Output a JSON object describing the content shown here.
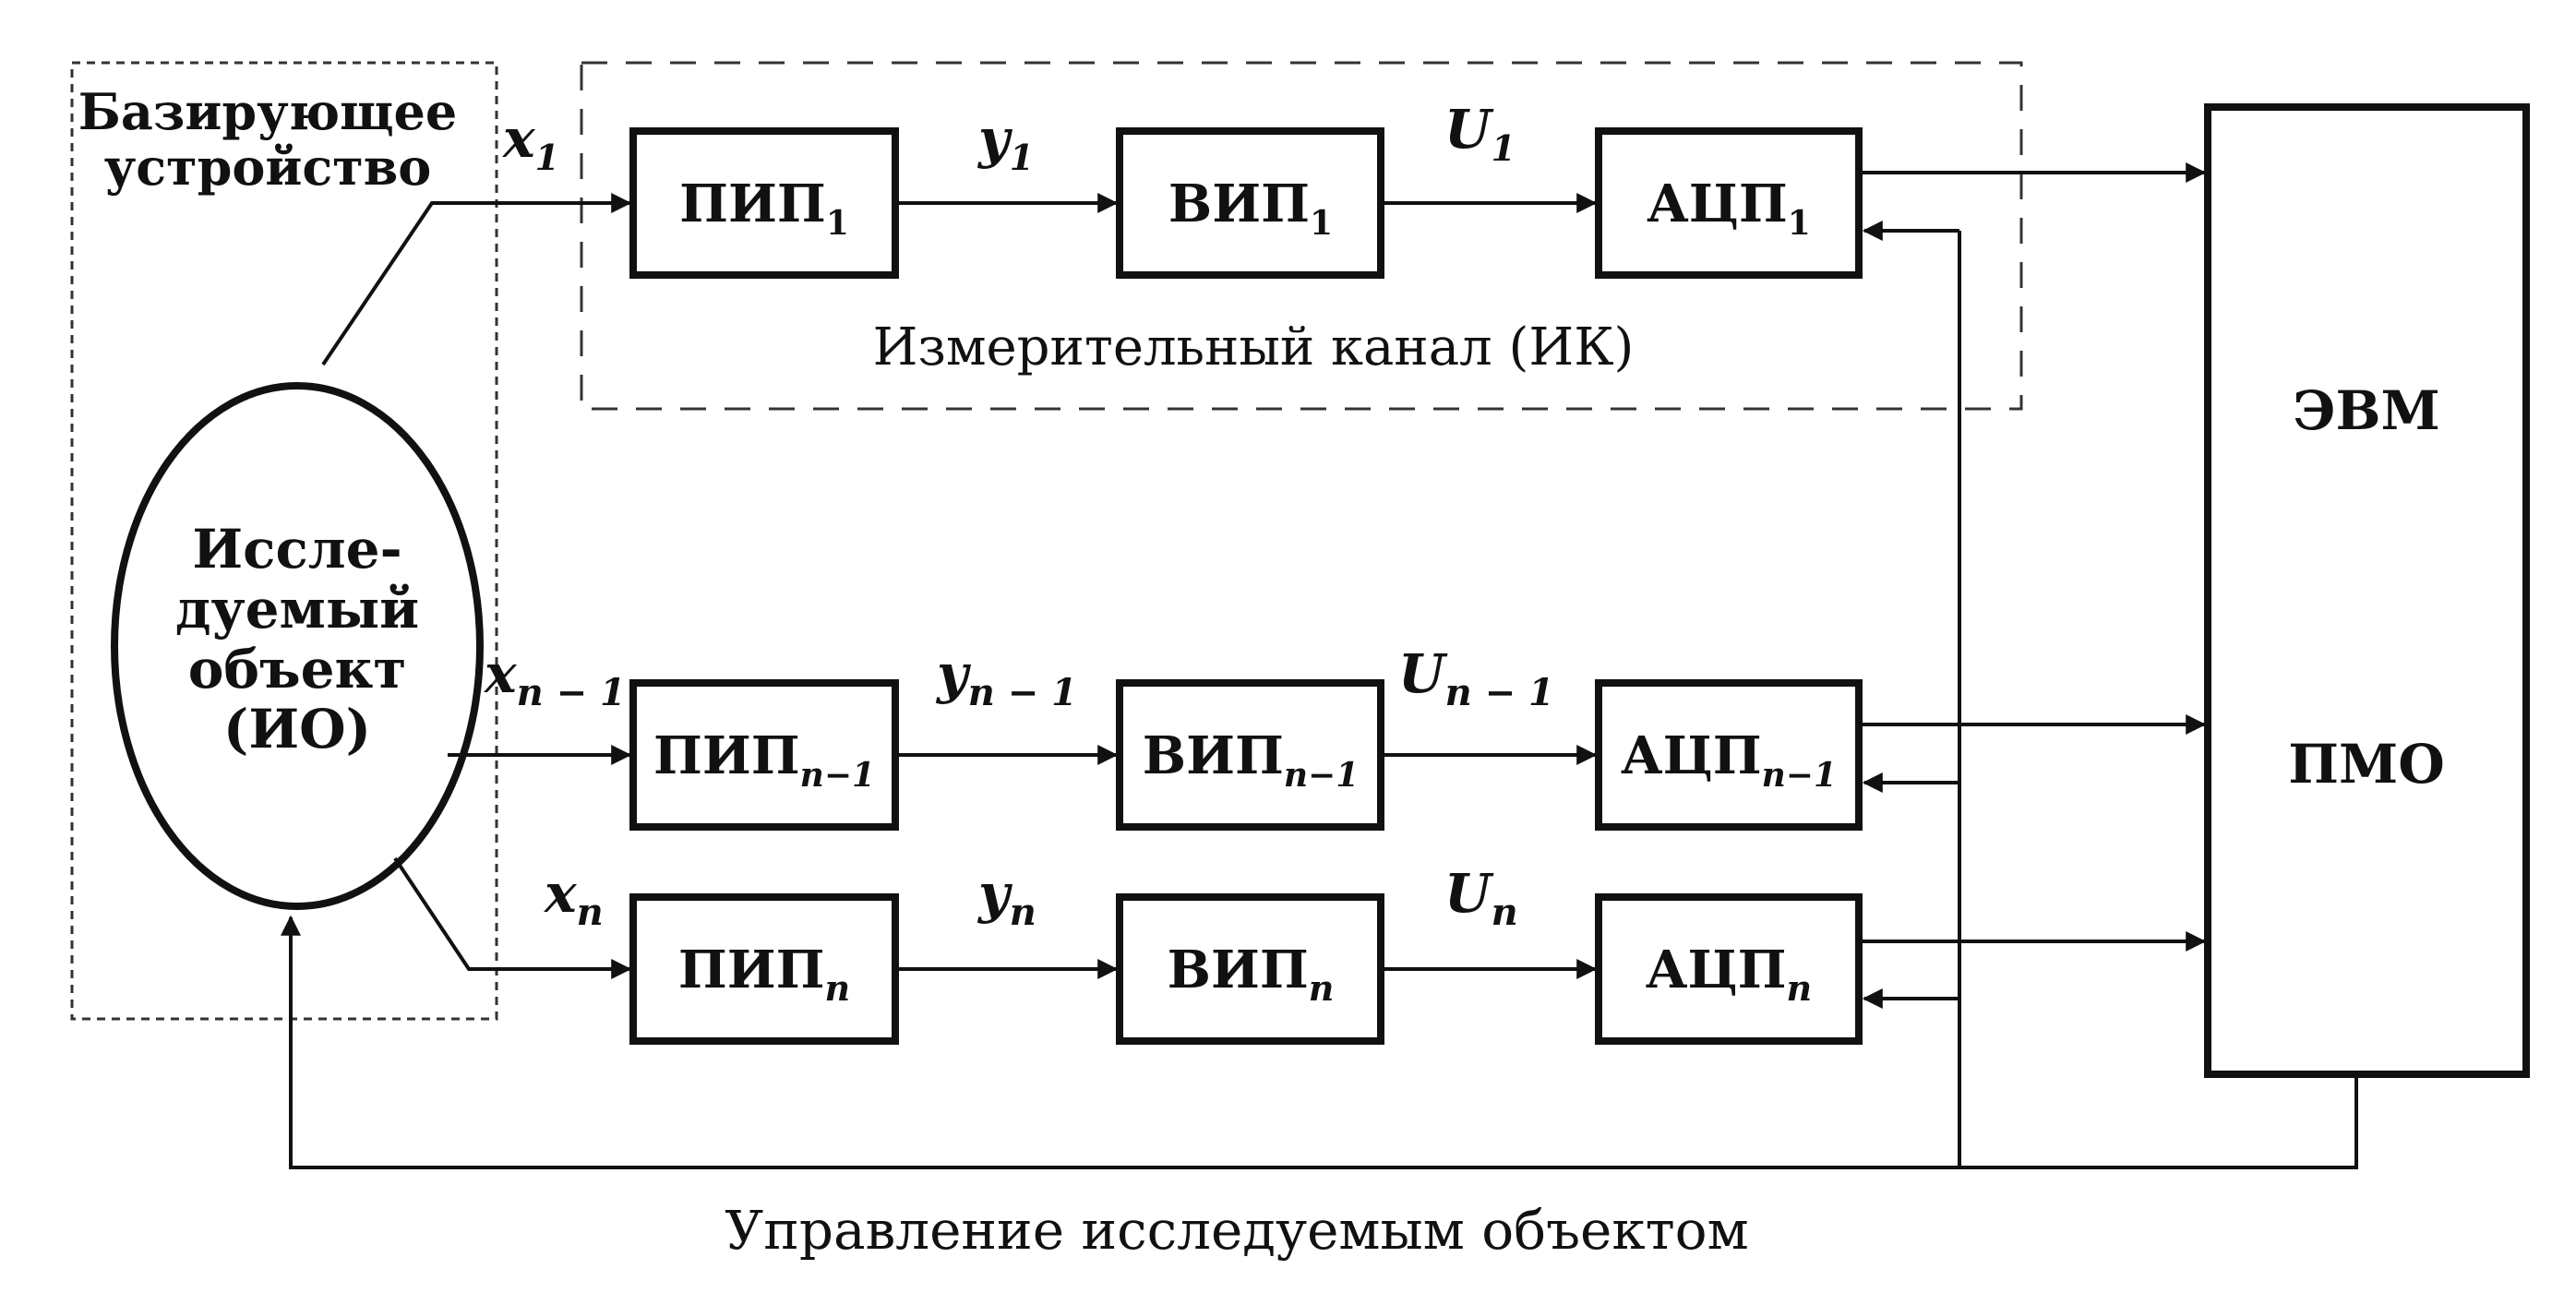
{
  "diagram": {
    "base_device": {
      "line1": "Базирующее",
      "line2": "устройство"
    },
    "object": {
      "line1": "Иссле-",
      "line2": "дуемый",
      "line3": "объект",
      "line4": "(ИО)"
    },
    "channel_label": "Измерительный канал (ИК)",
    "computer": {
      "label1": "ЭВМ",
      "label2": "ПМО"
    },
    "control_label": "Управление исследуемым объектом",
    "rows": [
      {
        "x": "x",
        "x_sub": "1",
        "y": "y",
        "y_sub": "1",
        "u": "U",
        "u_sub": "1",
        "pip": "ПИП",
        "pip_sub": "1",
        "vip": "ВИП",
        "vip_sub": "1",
        "acp": "АЦП",
        "acp_sub": "1"
      },
      {
        "x": "x",
        "x_sub": "n − 1",
        "y": "y",
        "y_sub": "n − 1",
        "u": "U",
        "u_sub": "n − 1",
        "pip": "ПИП",
        "pip_sub": "n−1",
        "vip": "ВИП",
        "vip_sub": "n−1",
        "acp": "АЦП",
        "acp_sub": "n−1"
      },
      {
        "x": "x",
        "x_sub": "n",
        "y": "y",
        "y_sub": "n",
        "u": "U",
        "u_sub": "n",
        "pip": "ПИП",
        "pip_sub": "n",
        "vip": "ВИП",
        "vip_sub": "n",
        "acp": "АЦП",
        "acp_sub": "n"
      }
    ]
  }
}
